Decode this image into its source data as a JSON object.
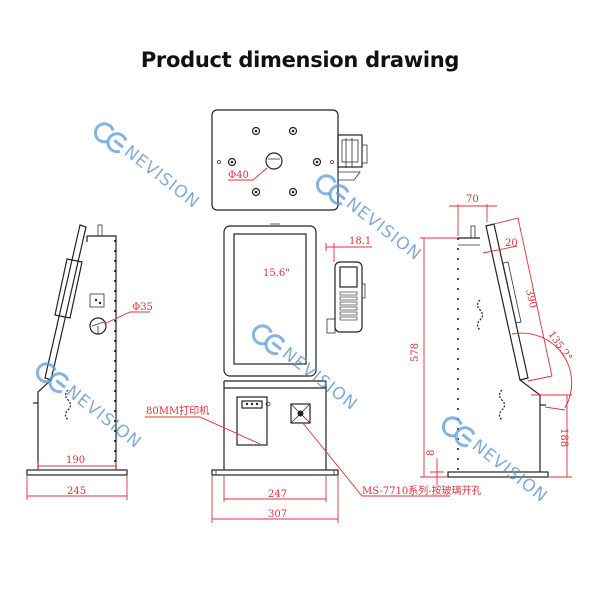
{
  "title": "Product dimension drawing",
  "watermark": {
    "brand": "GENEVISION",
    "mark": "GE",
    "text": "NEVISION",
    "registered": "®",
    "color": "#5b9bd5"
  },
  "colors": {
    "dimension": "#e0303a",
    "line": "#222222",
    "background": "#ffffff"
  },
  "views": {
    "top": {
      "label": "top-view",
      "hole_diameter": "Φ40"
    },
    "front": {
      "label": "front-view",
      "screen_size": "15.6\"",
      "scanner_offset": "18.1",
      "printer_callout": "80MM打印机",
      "scanner_callout": "MS-7710系列-按玻璃开孔",
      "inner_width": "247",
      "base_width": "307"
    },
    "left": {
      "label": "left-side-view",
      "hole_diameter": "Φ35",
      "inner_width": "190",
      "base_width": "245"
    },
    "right": {
      "label": "right-side-view",
      "top_depth": "70",
      "screen_thickness": "20",
      "screen_length": "390",
      "tilt_angle": "135.2°",
      "total_height": "578",
      "base_height": "8",
      "lower_height": "188"
    }
  }
}
